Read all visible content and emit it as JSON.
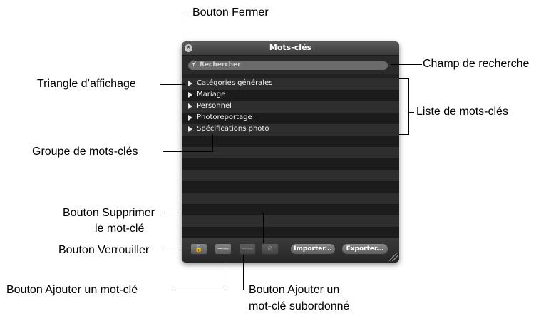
{
  "window": {
    "title": "Mots-clés",
    "search_placeholder": "Rechercher",
    "keywords": [
      "Catégories générales",
      "Mariage",
      "Personnel",
      "Photoreportage",
      "Spécifications photo"
    ],
    "buttons": {
      "lock": "🔒",
      "add_keyword": "+—",
      "add_subordinate": "+—",
      "delete": "⊘",
      "import": "Importer...",
      "export": "Exporter..."
    }
  },
  "callouts": {
    "close": "Bouton Fermer",
    "search": "Champ de recherche",
    "triangle": "Triangle d’affichage",
    "list": "Liste de mots-clés",
    "group": "Groupe de mots-clés",
    "delete_line1": "Bouton Supprimer",
    "delete_line2": "le mot-clé",
    "lock": "Bouton Verrouiller",
    "add": "Bouton Ajouter un mot-clé",
    "add_sub_line1": "Bouton Ajouter un",
    "add_sub_line2": "mot-clé subordonné"
  },
  "colors": {
    "panel_background": "#222222",
    "row_odd": "#2e2e2e",
    "row_even": "#1c1c1c",
    "text_light": "#f0f0f0"
  }
}
